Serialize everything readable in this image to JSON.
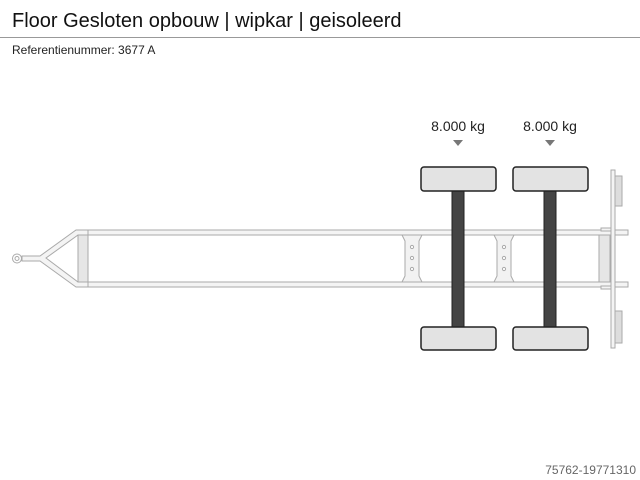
{
  "header": {
    "title": "Floor Gesloten opbouw | wipkar | geisoleerd",
    "reference": "Referentienummer: 3677 A"
  },
  "diagram": {
    "axles": [
      {
        "load": "8.000 kg"
      },
      {
        "load": "8.000 kg"
      }
    ],
    "colors": {
      "frame": "#aaaaaa",
      "frame_fill": "#e8e8e8",
      "tire": "#e3e3e3",
      "axle": "#444444"
    }
  },
  "footer": {
    "id": "75762-19771310"
  }
}
